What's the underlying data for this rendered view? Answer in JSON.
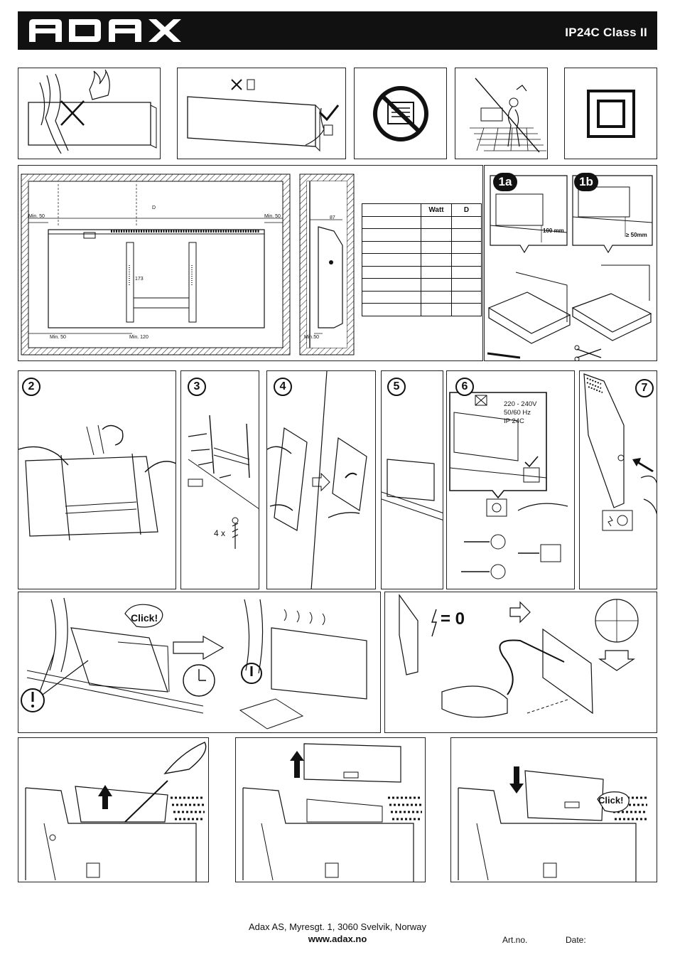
{
  "header": {
    "brand": "ADAX",
    "class_label": "IP24C  Class II"
  },
  "dimensions": {
    "min_side_left": "Min. 50",
    "min_side_right": "Min. 50",
    "width_label": "D",
    "bracket_height": "173",
    "min_bottom_left": "Min. 50",
    "min_bottom_center": "Min. 120",
    "depth": "87",
    "side_min_bottom": "Min.50"
  },
  "spec_table": {
    "headers": [
      "",
      "Watt",
      "D"
    ],
    "row_count": 8
  },
  "steps": {
    "s1a": "1a",
    "s1b": "1b",
    "s1a_height": "100 mm",
    "s1b_height": "≥ 50mm",
    "s2": "2",
    "s3": "3",
    "s3_qty": "4 x",
    "s4": "4",
    "s5": "5",
    "s6": "6",
    "s6_voltage": "220 - 240V",
    "s6_freq": "50/60 Hz",
    "s6_ip": "IP 24C",
    "s7": "7"
  },
  "maintenance": {
    "click1": "Click!",
    "power_zero": "= 0",
    "click2": "Click!"
  },
  "footer": {
    "address": "Adax AS, Myresgt. 1, 3060 Svelvik, Norway",
    "url": "www.adax.no",
    "art_no": "Art.no.",
    "date": "Date:"
  }
}
